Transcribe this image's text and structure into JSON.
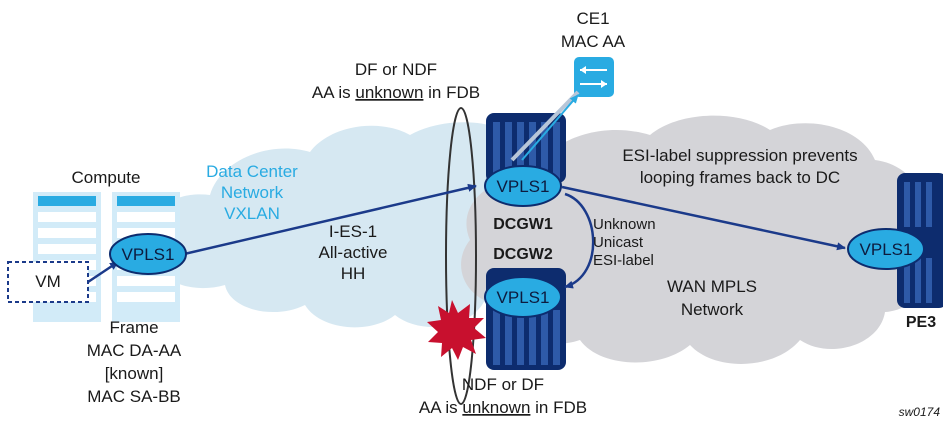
{
  "title_labels": {
    "ce1_name": "CE1",
    "ce1_mac": "MAC AA",
    "df_top_line1": "DF or NDF",
    "df_top_line2_pre": "AA is ",
    "df_top_line2_u": "unknown",
    "df_top_line2_post": " in FDB",
    "esi_note_line1": "ESI-label suppression prevents",
    "esi_note_line2": "looping frames back to DC",
    "compute": "Compute",
    "dc_net_line1": "Data Center",
    "dc_net_line2": "Network",
    "dc_net_line3": "VXLAN",
    "ies_line1": "I-ES-1",
    "ies_line2": "All-active",
    "ies_line3": "HH",
    "dcgw1": "DCGW1",
    "dcgw2": "DCGW2",
    "unknown_line1": "Unknown",
    "unknown_line2": "Unicast",
    "unknown_line3": "ESI-label",
    "wan_line1": "WAN MPLS",
    "wan_line2": "Network",
    "pe3": "PE3",
    "vm": "VM",
    "frame_line1": "Frame",
    "frame_line2": "MAC DA-AA",
    "frame_line3": "[known]",
    "frame_line4": "MAC SA-BB",
    "ndf_line1": "NDF or DF",
    "ndf_line2_pre": "AA is ",
    "ndf_line2_u": "unknown",
    "ndf_line2_post": " in FDB",
    "figure_id": "sw0174"
  },
  "vpls_labels": {
    "compute": "VPLS1",
    "dcgw1": "VPLS1",
    "dcgw2": "VPLS1",
    "pe3": "VPLS1"
  },
  "colors": {
    "pill_fill": "#29abe2",
    "pill_stroke": "#0d2c6e",
    "router_dark": "#0d2c6e",
    "arrow": "#1b3a8a",
    "cloud": "#d3e6f1",
    "wan_cloud": "#d0d0d4",
    "accent_cyan": "#29abe2",
    "burst": "#c8102e"
  },
  "icons": {
    "ce1": "switch-icon",
    "failure": "burst-icon"
  }
}
